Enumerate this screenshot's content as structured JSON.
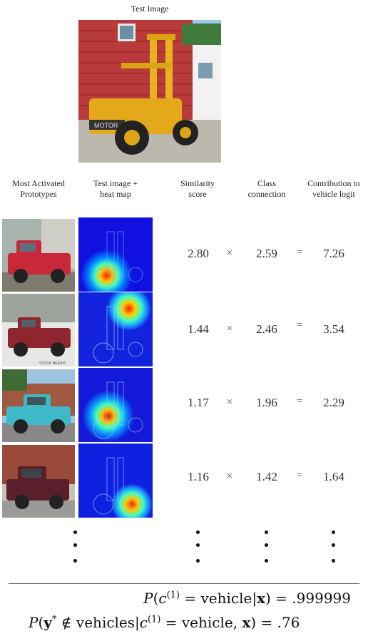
{
  "title": "Test Image",
  "headers": {
    "prototypes": [
      "Most Activated",
      "Prototypes"
    ],
    "heatmap": [
      "Test image +",
      "heat map"
    ],
    "similarity": [
      "Similarity",
      "score"
    ],
    "connection": [
      "Class",
      "connection"
    ],
    "contribution": [
      "Contribution to",
      "vehicle logit"
    ]
  },
  "rows": [
    {
      "similarity": "2.80",
      "times": "×",
      "connection": "2.59",
      "equals": "=",
      "contribution": "7.26",
      "proto_color": "#c8283a"
    },
    {
      "similarity": "1.44",
      "times": "×",
      "connection": "2.46",
      "equals": "=",
      "contribution": "3.54",
      "proto_color": "#8e2630",
      "proto_caption": "STOCK HEIGHT"
    },
    {
      "similarity": "1.17",
      "times": "×",
      "connection": "1.96",
      "equals": "=",
      "contribution": "2.29",
      "proto_color": "#3fb8c8"
    },
    {
      "similarity": "1.16",
      "times": "×",
      "connection": "1.42",
      "equals": "=",
      "contribution": "1.64",
      "proto_color": "#5a1f2a"
    }
  ],
  "equations": {
    "eq1": {
      "lhs_P": "P",
      "c": "c",
      "sup": "(1)",
      "mid": " = vehicle|",
      "x": "x",
      "rhs": ") = .999999"
    },
    "eq2": {
      "lhs_P": "P",
      "y": "y",
      "star": "*",
      "notin": " ∉ vehicles|",
      "c": "c",
      "sup": "(1)",
      "mid": " = vehicle, ",
      "x": "x",
      "rhs": ") = .76"
    }
  }
}
